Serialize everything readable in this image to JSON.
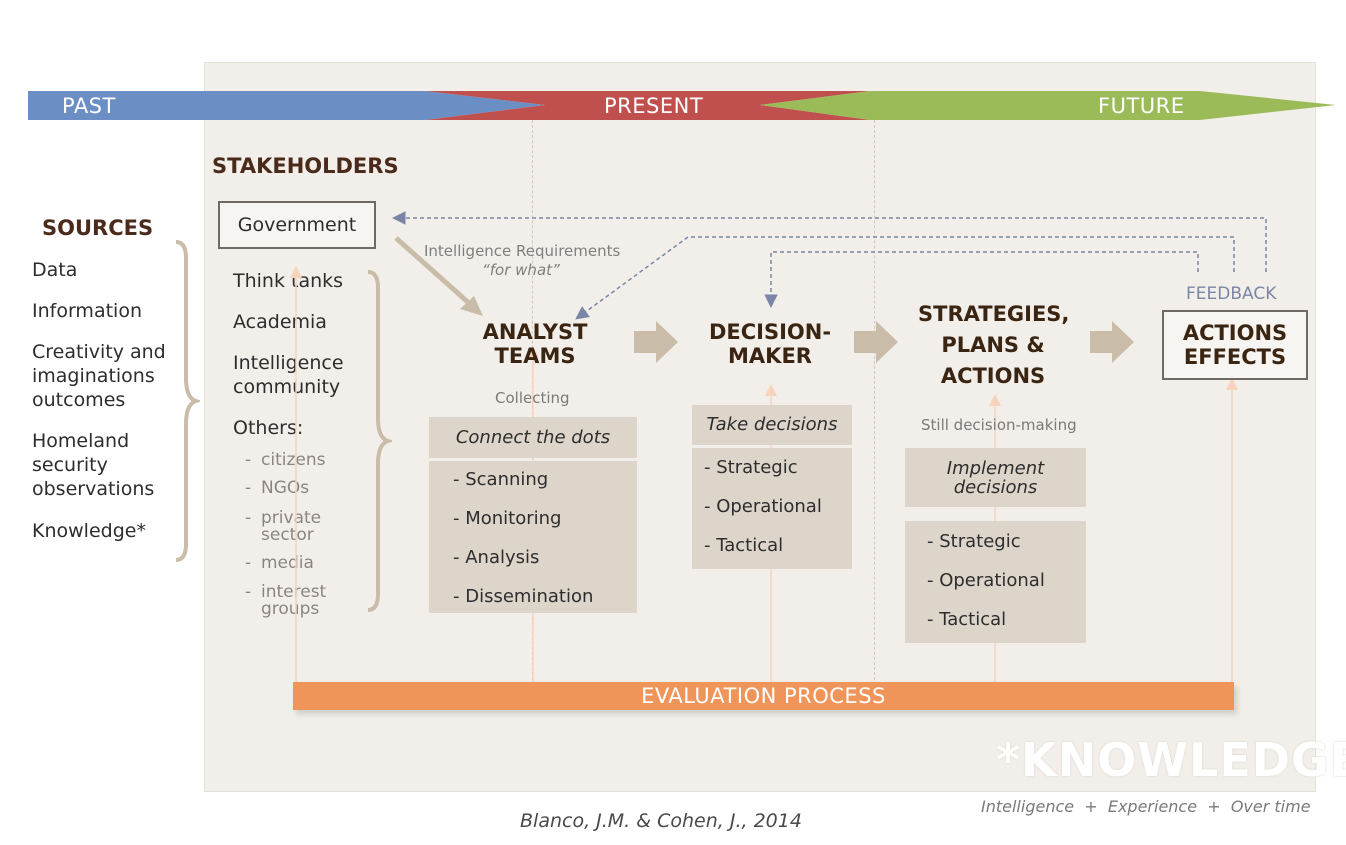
{
  "timeline": {
    "past": "PAST",
    "present": "PRESENT",
    "future": "FUTURE"
  },
  "stakeholders": {
    "title": "STAKEHOLDERS",
    "government": "Government",
    "list": [
      "Think tanks",
      "Academia",
      "Intelligence community",
      "Others:"
    ],
    "others": [
      "citizens",
      "NGOs",
      "private sector",
      "media",
      "interest groups"
    ]
  },
  "sources": {
    "title": "SOURCES",
    "items": [
      "Data",
      "Information",
      "Creativity and imaginations outcomes",
      "Homeland security observations",
      "Knowledge*"
    ]
  },
  "requirements": {
    "line1": "Intelligence Requirements",
    "line2": "“for what”"
  },
  "feedback": "FEEDBACK",
  "analyst": {
    "title": "ANALYST TEAMS",
    "note": "Collecting",
    "head": "Connect the dots",
    "items": [
      "- Scanning",
      "- Monitoring",
      "- Analysis",
      "- Dissemination"
    ]
  },
  "decision": {
    "title": "DECISION- MAKER",
    "head": "Take decisions",
    "items": [
      "- Strategic",
      "- Operational",
      "- Tactical"
    ]
  },
  "strategies": {
    "title": "STRATEGIES, PLANS & ACTIONS",
    "note": "Still decision-making",
    "head": "Implement decisions",
    "items": [
      "- Strategic",
      "- Operational",
      "- Tactical"
    ]
  },
  "actions": {
    "title": "ACTIONS EFFECTS"
  },
  "evaluation": "EVALUATION PROCESS",
  "knowledge": {
    "title": "*KNOWLEDGE",
    "formula": "Intelligence  +  Experience  +  Over time"
  },
  "citation": "Blanco, J.M. & Cohen, J., 2014",
  "colors": {
    "past": "#6b8fc4",
    "present": "#c0504d",
    "future": "#9bbb59",
    "evaluation": "#f0955a",
    "box": "#ddd5ca",
    "arrow": "#c9bca8"
  }
}
